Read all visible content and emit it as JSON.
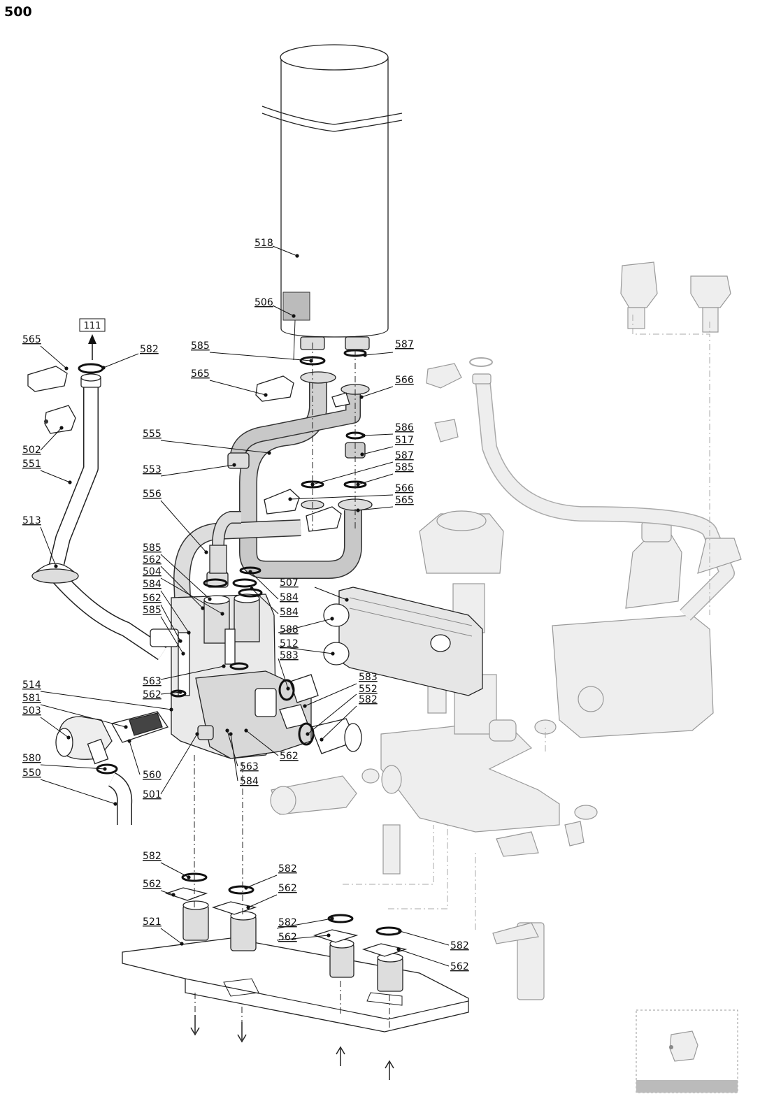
{
  "title": "500",
  "reference_box": "111",
  "inset_caption": "",
  "labels": [
    "518",
    "506",
    "585",
    "587",
    "565",
    "566",
    "586",
    "517",
    "587",
    "585",
    "566",
    "565",
    "555",
    "553",
    "556",
    "585",
    "562",
    "504",
    "584",
    "562",
    "585",
    "507",
    "584",
    "584",
    "588",
    "512",
    "583",
    "583",
    "552",
    "582",
    "563",
    "562",
    "514",
    "581",
    "503",
    "580",
    "550",
    "560",
    "501",
    "563",
    "584",
    "562",
    "565",
    "582",
    "502",
    "551",
    "513",
    "582",
    "562",
    "582",
    "562",
    "521",
    "582",
    "562",
    "582",
    "562"
  ]
}
